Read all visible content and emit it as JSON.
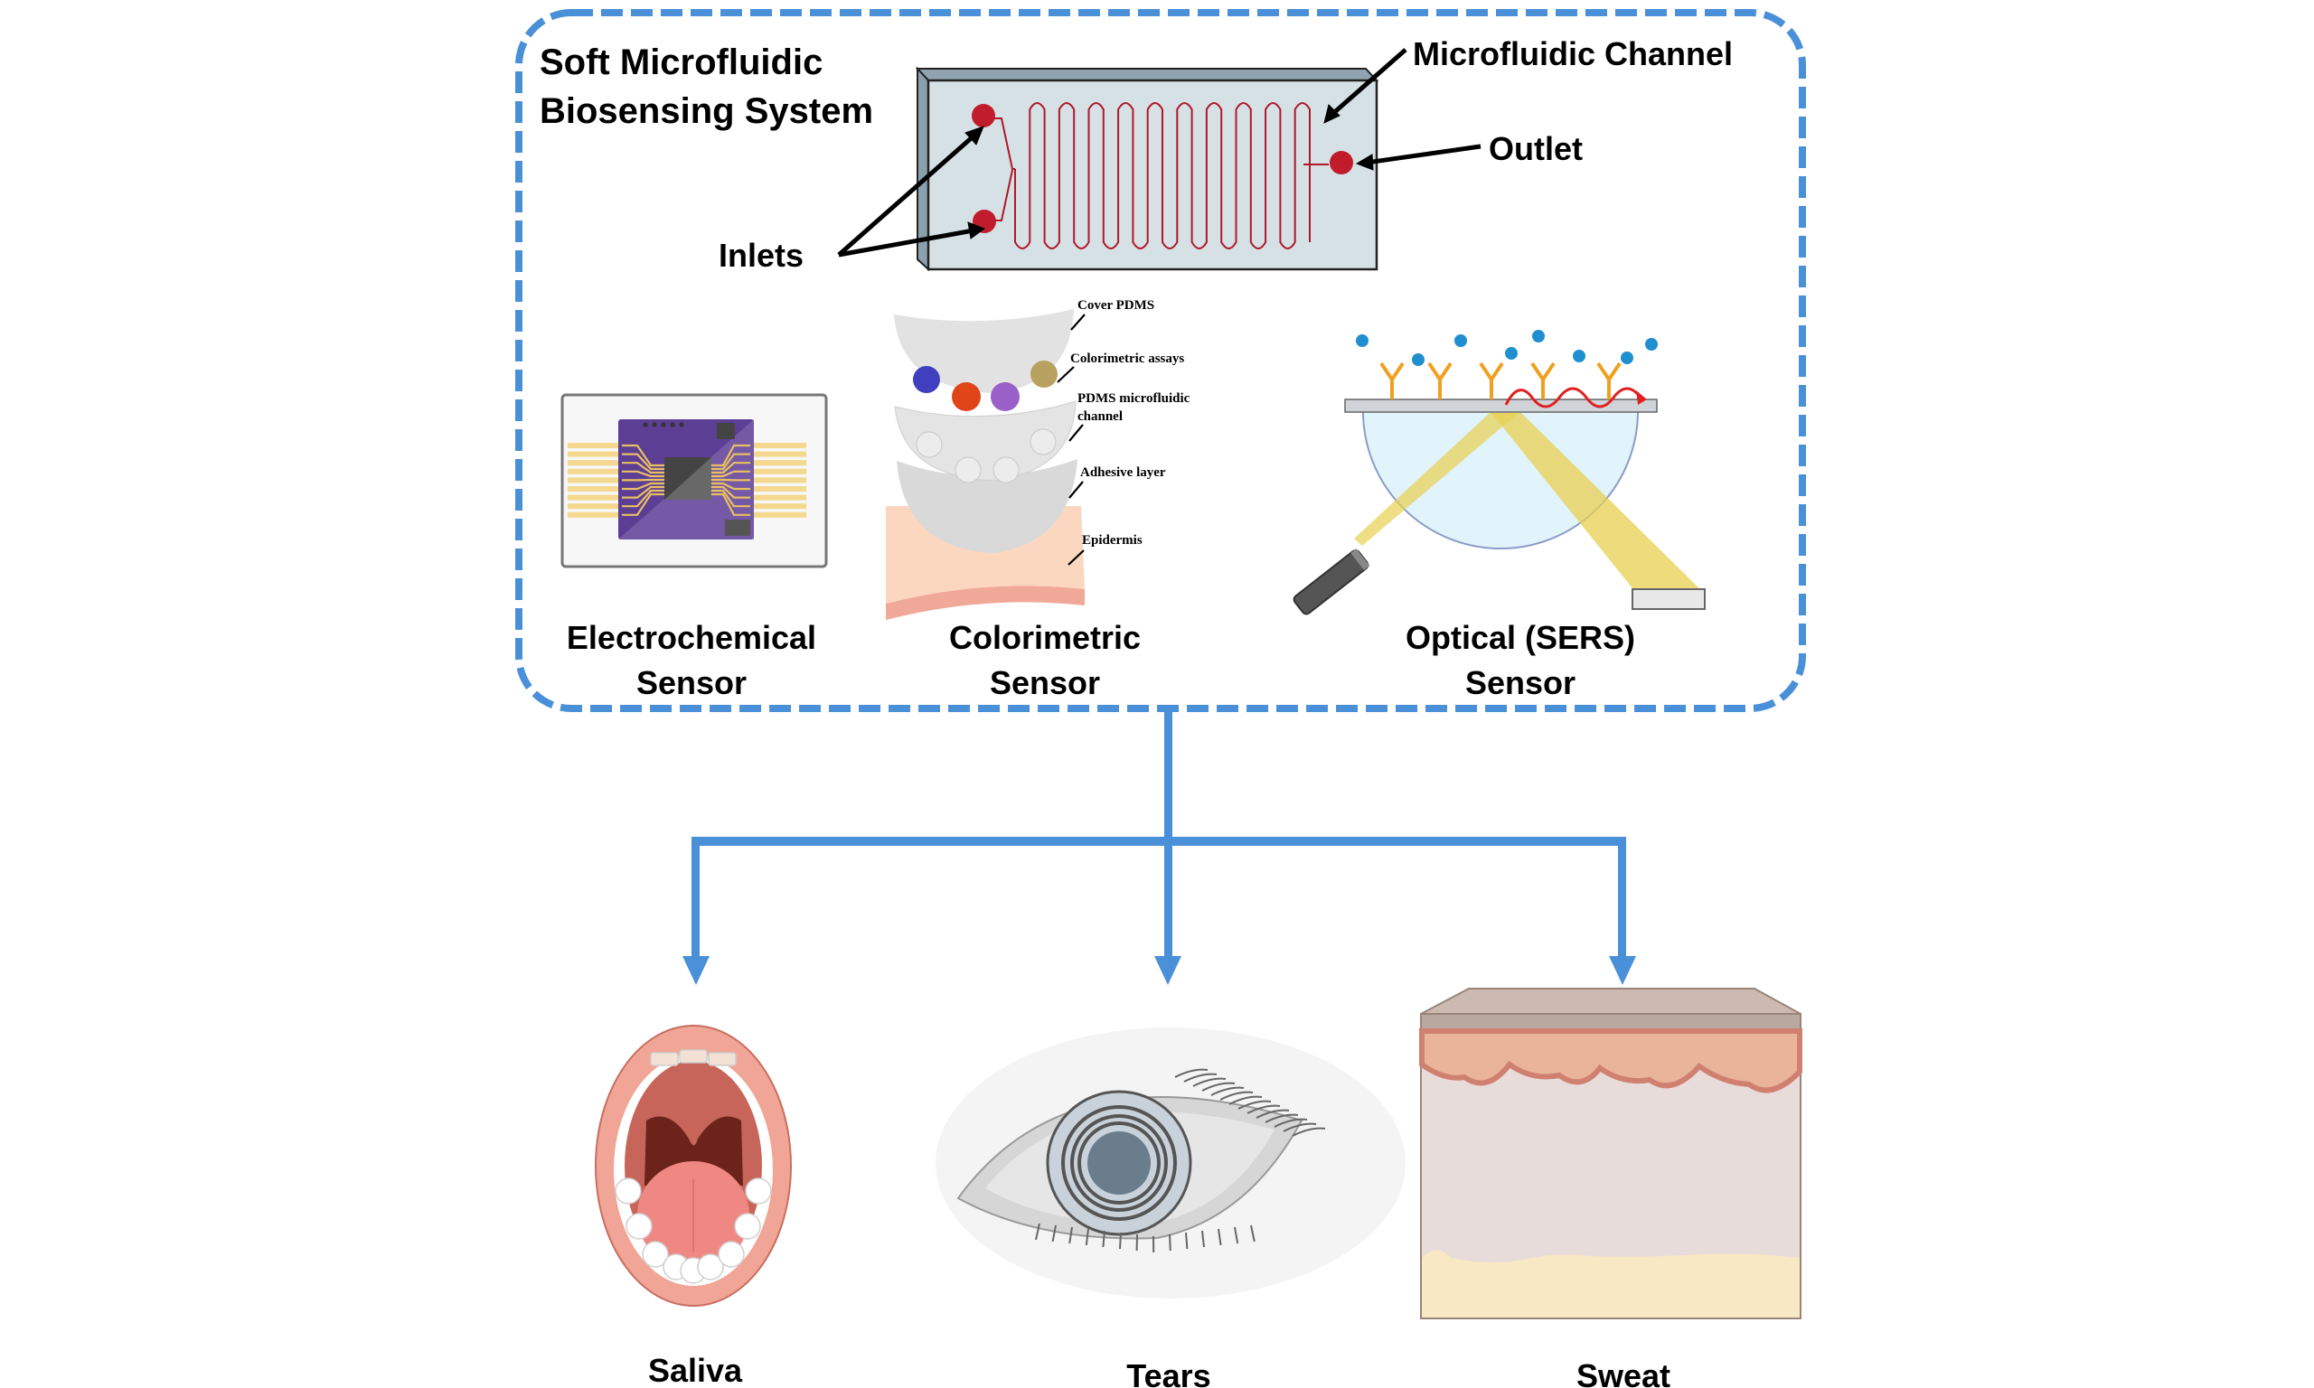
{
  "title": {
    "line1": "Soft Microfluidic",
    "line2": "Biosensing System"
  },
  "chip": {
    "channel_label": "Microfluidic Channel",
    "outlet_label": "Outlet",
    "inlets_label": "Inlets"
  },
  "sensors": [
    {
      "line1": "Electrochemical",
      "line2": "Sensor",
      "icon": "electrochemical-chip-icon"
    },
    {
      "line1": "Colorimetric",
      "line2": "Sensor",
      "icon": "colorimetric-patch-icon"
    },
    {
      "line1": "Optical (SERS)",
      "line2": "Sensor",
      "icon": "optical-sers-icon"
    }
  ],
  "colorimetric_layers": [
    "Cover PDMS",
    "Colorimetric assays",
    "PDMS microfluidic",
    "channel",
    "Adhesive layer",
    "Epidermis"
  ],
  "biofluids": [
    {
      "label": "Saliva",
      "icon": "mouth-icon"
    },
    {
      "label": "Tears",
      "icon": "eye-icon"
    },
    {
      "label": "Sweat",
      "icon": "skin-icon"
    }
  ],
  "colors": {
    "accent_blue": "#4a90d9",
    "channel_red": "#b0182a",
    "chip_face": "#d6e1e6",
    "chip_edge": "#8aa0ad",
    "assay_blue": "#3f3fbf",
    "assay_red": "#e0451a",
    "assay_purple": "#9a5fc8",
    "assay_gold": "#b8a060",
    "antibody_orange": "#f0a020",
    "analyte_blue": "#1f8fcf",
    "beam_yellow": "#e8d050",
    "pcb_purple": "#5c3e95"
  }
}
